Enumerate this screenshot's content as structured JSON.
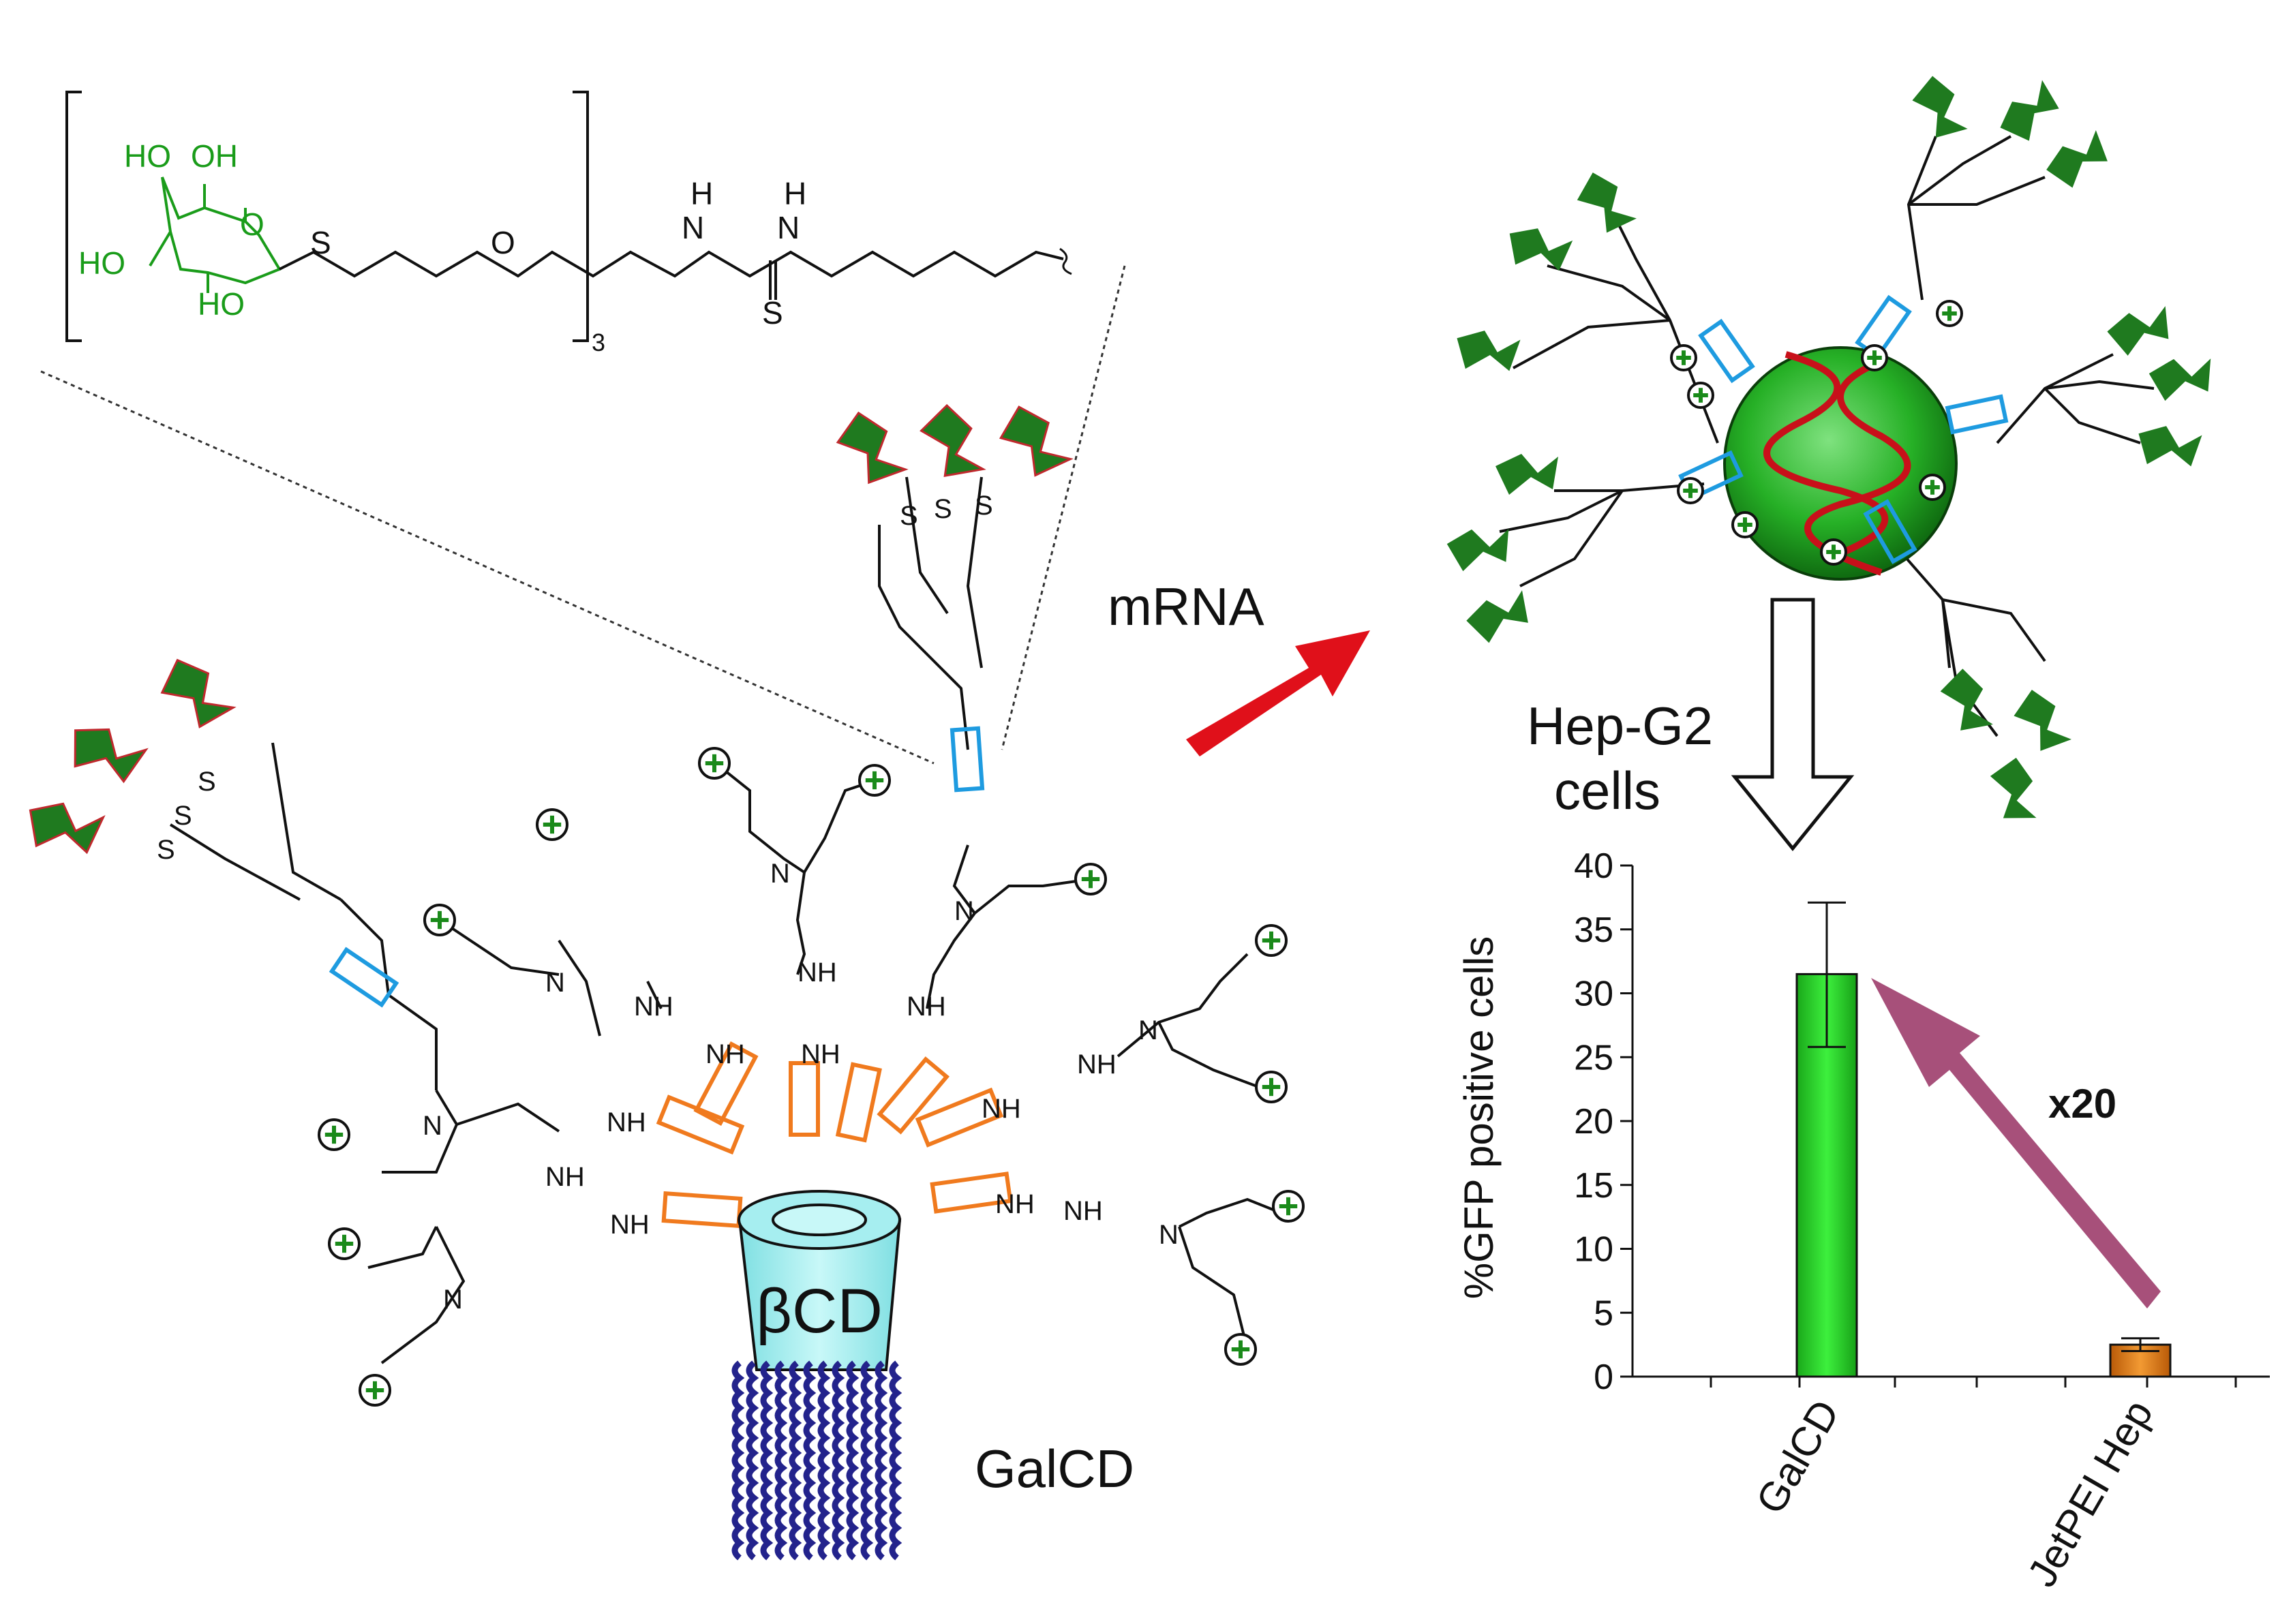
{
  "structure": {
    "repeat_subscript": "3",
    "galactose_labels": [
      "HO",
      "OH",
      "HO",
      "HO"
    ],
    "ring_oxygen": "O",
    "sulfur": "S",
    "ether_oxygen": "O",
    "nh_labels": [
      "H",
      "N",
      "H",
      "N"
    ],
    "thiourea_sulfur": "S",
    "galactose_color": "#1a9c1a"
  },
  "labels": {
    "mrna": "mRNA",
    "hep_line1": "Hep-G2",
    "hep_line2": "cells",
    "cyclodextrin": "βCD",
    "compound": "GalCD",
    "fold": "x20",
    "amine_N": "N",
    "thiourea_NH": "NH",
    "sugar_S": "S"
  },
  "colors": {
    "sugar_fill": "#1f7a1f",
    "sugar_edge": "#c0282d",
    "amide_box": "#1e9be0",
    "core_box": "#f07a1e",
    "cd_fill": "#a6eef0",
    "tails": "#23238c",
    "arrow_red": "#e0101a",
    "arrow_mauve": "#a7507a",
    "plus": "#1a8a1a"
  },
  "chart_data": {
    "type": "bar",
    "categories": [
      "GalCD",
      "JetPEI Hep"
    ],
    "values": [
      31.5,
      2.5
    ],
    "errors": [
      [
        25.8,
        37.1
      ],
      [
        2.0,
        3.0
      ]
    ],
    "colors": [
      "#22cc22",
      "#e07a10"
    ],
    "ylabel": "%GFP positive cells",
    "ylim": [
      0,
      40
    ],
    "yticks": [
      0,
      5,
      10,
      15,
      20,
      25,
      30,
      35,
      40
    ],
    "grid": false
  }
}
